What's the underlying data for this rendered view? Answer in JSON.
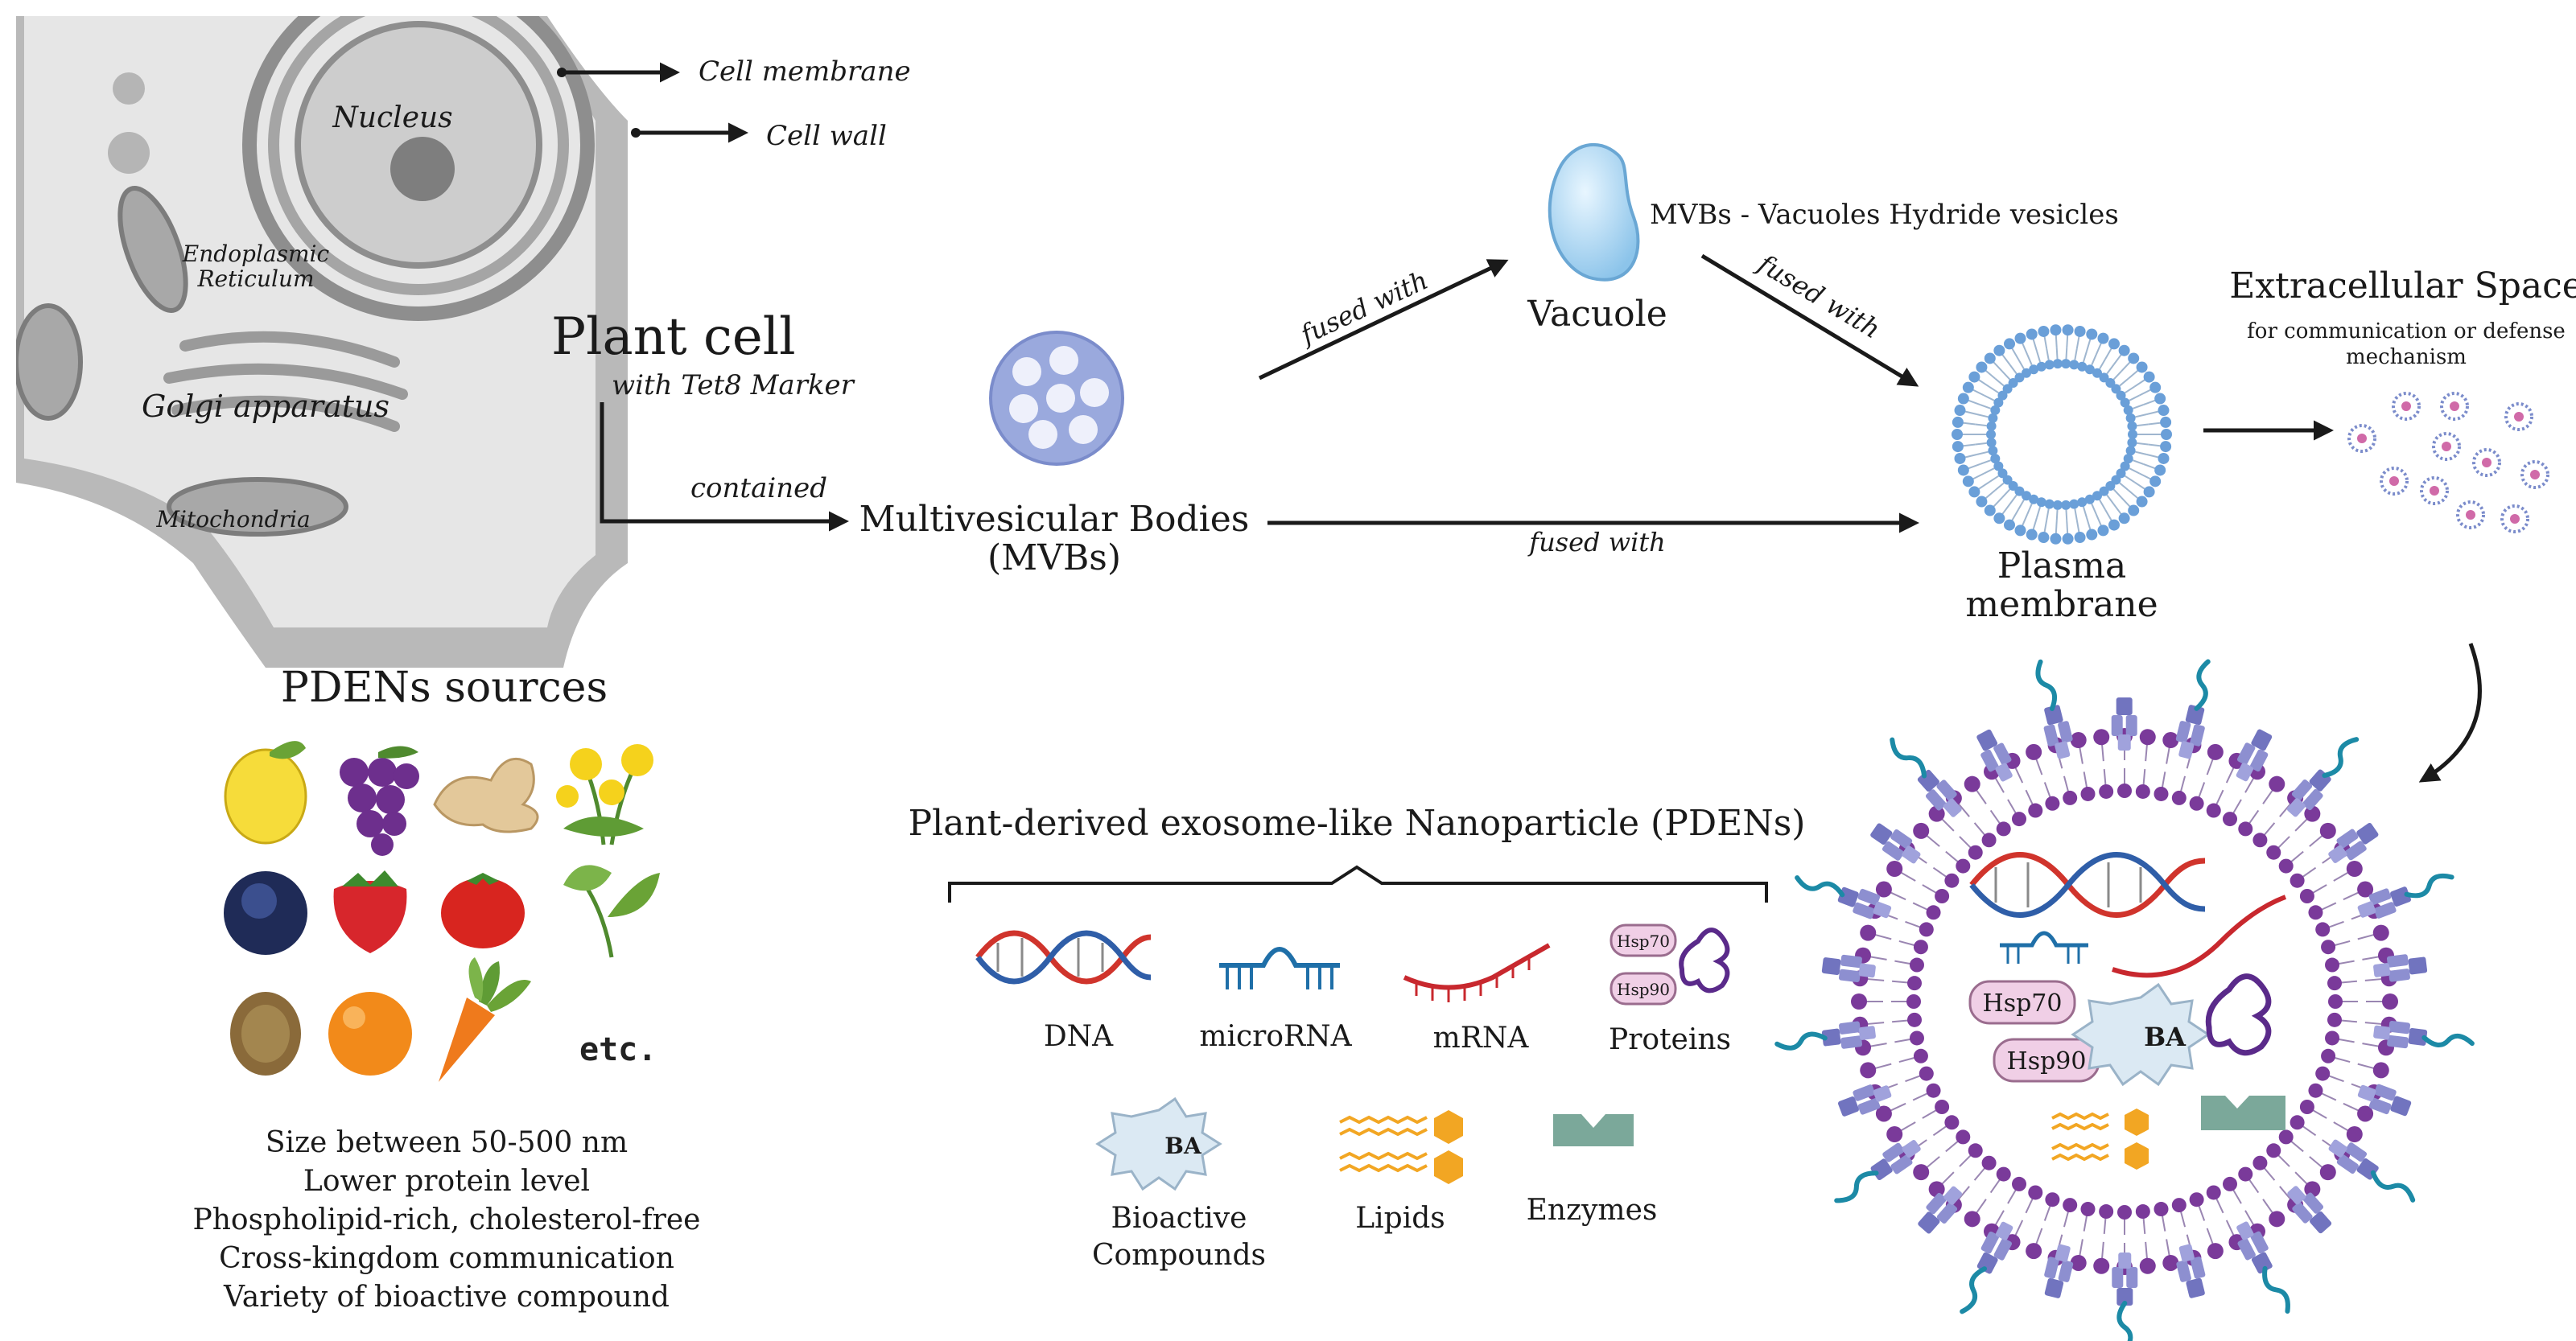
{
  "cell": {
    "nucleus": "Nucleus",
    "er_line1": "Endoplasmic",
    "er_line2": "Reticulum",
    "golgi": "Golgi apparatus",
    "mitochondria": "Mitochondria",
    "cell_membrane": "Cell membrane",
    "cell_wall": "Cell wall",
    "title": "Plant cell",
    "subtitle": "with Tet8 Marker"
  },
  "flow": {
    "contained": "contained",
    "mvb_line1": "Multivesicular Bodies",
    "mvb_line2": "(MVBs)",
    "fused_with_1": "fused with",
    "vacuole": "Vacuole",
    "hybrid_label": "MVBs - Vacuoles Hydride vesicles",
    "fused_with_2": "fused with",
    "fused_with_3": "fused with",
    "plasma_line1": "Plasma",
    "plasma_line2": "membrane",
    "extracellular_title": "Extracellular Space",
    "extracellular_sub1": "for communication or defense",
    "extracellular_sub2": "mechanism"
  },
  "sources": {
    "title": "PDENs sources",
    "etc": "etc.",
    "fruit_icons": [
      "lemon-icon",
      "grape-icon",
      "ginger-icon",
      "dandelion-icon",
      "blueberry-icon",
      "strawberry-icon",
      "tomato-icon",
      "tea-leaf-icon",
      "kiwi-icon",
      "orange-icon",
      "carrot-icon"
    ],
    "properties": [
      "Size between 50-500 nm",
      "Lower protein level",
      "Phospholipid-rich, cholesterol-free",
      "Cross-kingdom communication",
      "Variety of bioactive compound"
    ]
  },
  "pdens": {
    "title": "Plant-derived exosome-like Nanoparticle (PDENs)",
    "dna": "DNA",
    "microrna": "microRNA",
    "mrna": "mRNA",
    "proteins": "Proteins",
    "hsp70": "Hsp70",
    "hsp90": "Hsp90",
    "ba": "BA",
    "bioactive_line1": "Bioactive",
    "bioactive_line2": "Compounds",
    "lipids": "Lipids",
    "enzymes": "Enzymes"
  },
  "colors": {
    "cell_wall": "#b9b9b9",
    "cytoplasm": "#e3e3e3",
    "organelle": "#9a9a9a",
    "vesicle_blue": "#9aa9dd",
    "membrane_blue": "#6a9fd8",
    "dna_red": "#d0342c",
    "dna_blue": "#2f5ea8",
    "mrna_red": "#c8282e",
    "protein_purple": "#5a2a8a",
    "hsp_pink": "#f0cfe6",
    "ba_blue": "#dbe9f3",
    "lipid_orange": "#f2a623",
    "enzyme_green": "#7ba89a",
    "membrane_purple": "#7a3a9a",
    "tetraspanin": "#8d8fd0",
    "glycan_teal": "#1c8aa6"
  }
}
